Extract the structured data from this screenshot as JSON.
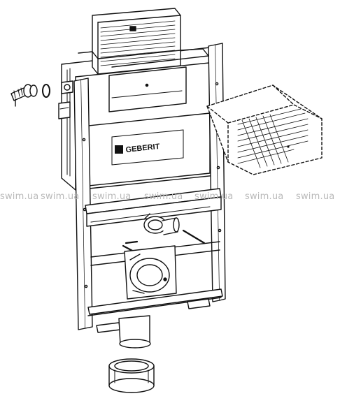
{
  "brand": {
    "logo_text": "GEBERIT"
  },
  "watermark": {
    "text": "swim.ua",
    "repeat_count": 7
  },
  "colors": {
    "line": "#111111",
    "fill": "#ffffff",
    "watermark": "#b9b9b9"
  },
  "icons": {
    "fitting": "threaded-fitting-icon",
    "seal": "o-ring-seal-icon",
    "box": "dashed-insulation-box-icon"
  }
}
